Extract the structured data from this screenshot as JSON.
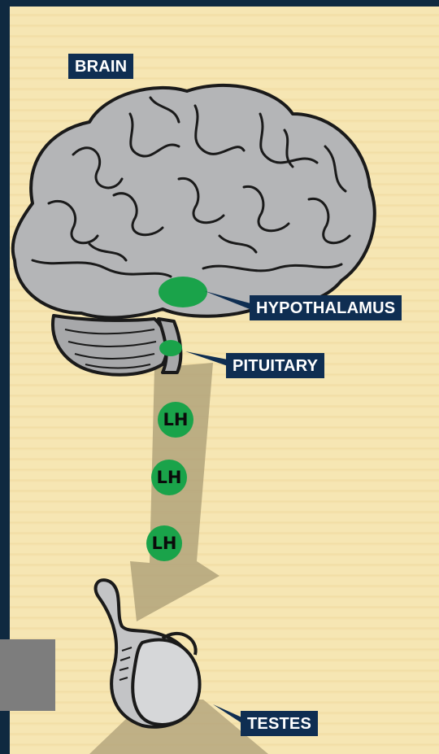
{
  "labels": {
    "brain": "BRAIN",
    "hypothalamus": "HYPOTHALAMUS",
    "pituitary": "PITUITARY",
    "testes": "TESTES"
  },
  "hormone": {
    "symbols": [
      "LH",
      "LH",
      "LH"
    ]
  },
  "colors": {
    "background": "#f6e6b3",
    "frame": "#0f2940",
    "label_bg": "#0f2e52",
    "gland_green": "#1aa34a",
    "brain_gray": "#b4b5b7",
    "arrow": "#b2a37a"
  }
}
